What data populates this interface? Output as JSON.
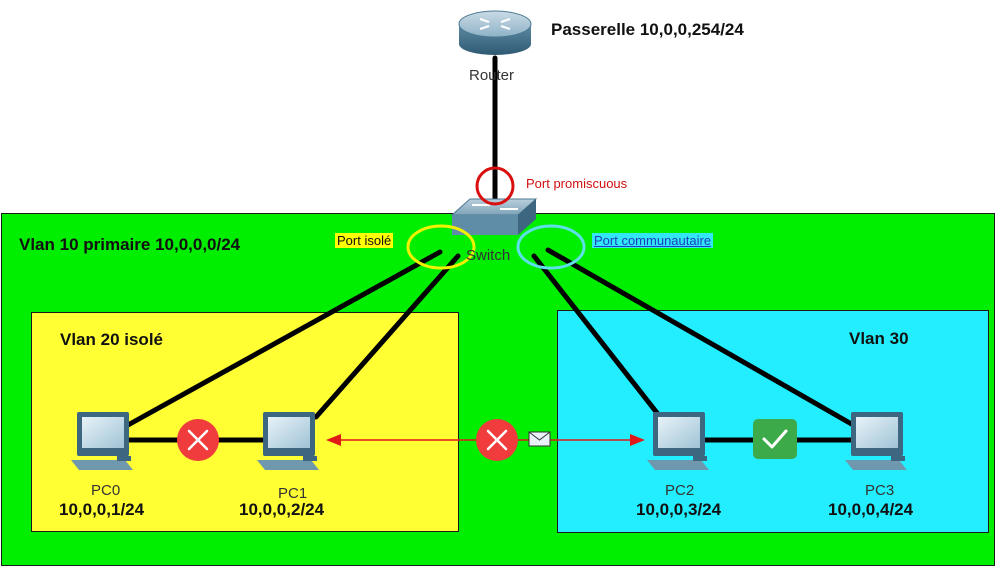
{
  "gateway": {
    "label": "Passerelle 10,0,0,254/24"
  },
  "router": {
    "name": "Router"
  },
  "switch": {
    "name": "Switch"
  },
  "ports": {
    "promiscuous": {
      "label": "Port promiscuous",
      "color": "#d01010"
    },
    "isolated": {
      "label": "Port isolé",
      "color": "#f2f200"
    },
    "community": {
      "label": "Port communautaire",
      "color": "#5de0e6"
    }
  },
  "vlans": {
    "primary": {
      "title": "Vlan 10 primaire 10,0,0,0/24",
      "color": "#00ee00"
    },
    "isolated": {
      "title": "Vlan 20 isolé",
      "color": "#ffff33"
    },
    "community": {
      "title": "Vlan 30",
      "color": "#22eeff"
    }
  },
  "pcs": [
    {
      "name": "PC0",
      "ip": "10,0,0,1/24"
    },
    {
      "name": "PC1",
      "ip": "10,0,0,2/24"
    },
    {
      "name": "PC2",
      "ip": "10,0,0,3/24"
    },
    {
      "name": "PC3",
      "ip": "10,0,0,4/24"
    }
  ],
  "status_colors": {
    "blocked": "#f03c3c",
    "allowed": "#3daa4a",
    "traffic_arrow": "#e01818"
  }
}
